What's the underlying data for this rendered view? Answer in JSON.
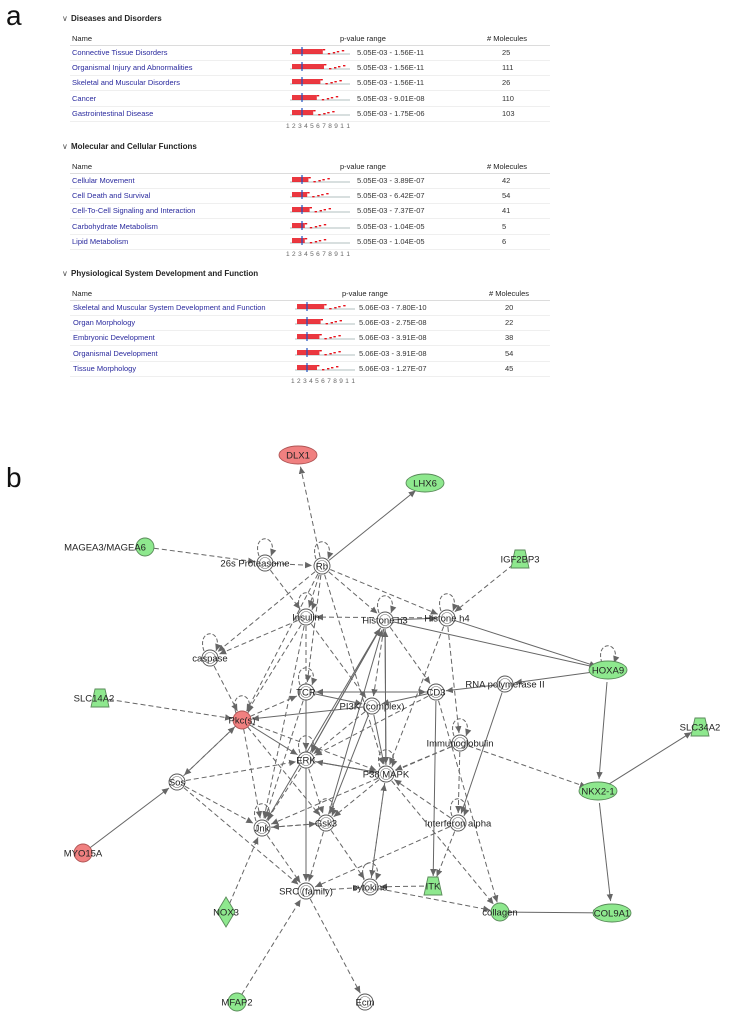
{
  "panel_a_label": "a",
  "panel_b_label": "b",
  "table": {
    "col_name": "Name",
    "col_pvalue": "p-value range",
    "col_molecules": "# Molecules",
    "axis_ticks": [
      "1",
      "2",
      "3",
      "4",
      "5",
      "6",
      "7",
      "8",
      "9",
      "1",
      "1"
    ],
    "sections": [
      {
        "title": "Diseases and Disorders",
        "rows": [
          {
            "name": "Connective Tissue Disorders",
            "pvalue": "5.05E-03 - 1.56E-11",
            "molecules": "25"
          },
          {
            "name": "Organismal Injury and Abnormalities",
            "pvalue": "5.05E-03 - 1.56E-11",
            "molecules": "111"
          },
          {
            "name": "Skeletal and Muscular Disorders",
            "pvalue": "5.05E-03 - 1.56E-11",
            "molecules": "26"
          },
          {
            "name": "Cancer",
            "pvalue": "5.05E-03 - 9.01E-08",
            "molecules": "110"
          },
          {
            "name": "Gastrointestinal Disease",
            "pvalue": "5.05E-03 - 1.75E-06",
            "molecules": "103"
          }
        ]
      },
      {
        "title": "Molecular and Cellular Functions",
        "rows": [
          {
            "name": "Cellular Movement",
            "pvalue": "5.05E-03 - 3.89E-07",
            "molecules": "42"
          },
          {
            "name": "Cell Death and Survival",
            "pvalue": "5.05E-03 - 6.42E-07",
            "molecules": "54"
          },
          {
            "name": "Cell-To-Cell Signaling and Interaction",
            "pvalue": "5.05E-03 - 7.37E-07",
            "molecules": "41"
          },
          {
            "name": "Carbohydrate Metabolism",
            "pvalue": "5.05E-03 - 1.04E-05",
            "molecules": "5"
          },
          {
            "name": "Lipid Metabolism",
            "pvalue": "5.05E-03 - 1.04E-05",
            "molecules": "6"
          }
        ]
      },
      {
        "title": "Physiological System Development and Function",
        "rows": [
          {
            "name": "Skeletal and Muscular System Development and Function",
            "pvalue": "5.06E-03 - 7.80E-10",
            "molecules": "20"
          },
          {
            "name": "Organ Morphology",
            "pvalue": "5.06E-03 - 2.75E-08",
            "molecules": "22"
          },
          {
            "name": "Embryonic Development",
            "pvalue": "5.06E-03 - 3.91E-08",
            "molecules": "38"
          },
          {
            "name": "Organismal Development",
            "pvalue": "5.06E-03 - 3.91E-08",
            "molecules": "54"
          },
          {
            "name": "Tissue Morphology",
            "pvalue": "5.06E-03 - 1.27E-07",
            "molecules": "45"
          }
        ]
      }
    ]
  },
  "network": {
    "colors": {
      "up": "#f08080",
      "down": "#8ee88e",
      "neutral": "#ffffff",
      "edge": "#666666"
    },
    "nodes": [
      {
        "id": "DLX1",
        "label": "DLX1",
        "status": "up",
        "shape": "ellipse"
      },
      {
        "id": "LHX6",
        "label": "LHX6",
        "status": "down",
        "shape": "ellipse"
      },
      {
        "id": "MAGEA3",
        "label": "MAGEA3/MAGEA6",
        "status": "down",
        "shape": "circle"
      },
      {
        "id": "26S",
        "label": "26s Proteasome",
        "status": "neutral",
        "shape": "circle"
      },
      {
        "id": "Rb",
        "label": "Rb",
        "status": "neutral",
        "shape": "circle"
      },
      {
        "id": "IGF2BP3",
        "label": "IGF2BP3",
        "status": "down",
        "shape": "trapezoid"
      },
      {
        "id": "Insulin",
        "label": "Insulin",
        "status": "neutral",
        "shape": "circle"
      },
      {
        "id": "H3",
        "label": "Histone h3",
        "status": "neutral",
        "shape": "circle"
      },
      {
        "id": "H4",
        "label": "Histone h4",
        "status": "neutral",
        "shape": "circle"
      },
      {
        "id": "caspase",
        "label": "caspase",
        "status": "neutral",
        "shape": "circle"
      },
      {
        "id": "HOXA9",
        "label": "HOXA9",
        "status": "down",
        "shape": "ellipse"
      },
      {
        "id": "TCR",
        "label": "TCR",
        "status": "neutral",
        "shape": "circle"
      },
      {
        "id": "PI3K",
        "label": "PI3K (complex)",
        "status": "neutral",
        "shape": "circle"
      },
      {
        "id": "CD3",
        "label": "CD3",
        "status": "neutral",
        "shape": "circle"
      },
      {
        "id": "RNAPII",
        "label": "RNA polymerase II",
        "status": "neutral",
        "shape": "circle"
      },
      {
        "id": "SLC14A2",
        "label": "SLC14A2",
        "status": "down",
        "shape": "trapezoid"
      },
      {
        "id": "Pkc",
        "label": "Pkc(s)",
        "status": "up",
        "shape": "circle"
      },
      {
        "id": "SLC34A2",
        "label": "SLC34A2",
        "status": "down",
        "shape": "trapezoid"
      },
      {
        "id": "ERK",
        "label": "ERK",
        "status": "neutral",
        "shape": "circle"
      },
      {
        "id": "Immuno",
        "label": "Immunoglobulin",
        "status": "neutral",
        "shape": "circle"
      },
      {
        "id": "P38",
        "label": "P38 MAPK",
        "status": "neutral",
        "shape": "circle"
      },
      {
        "id": "Sos",
        "label": "Sos",
        "status": "neutral",
        "shape": "circle"
      },
      {
        "id": "NKX2",
        "label": "NKX2-1",
        "status": "down",
        "shape": "ellipse"
      },
      {
        "id": "Jnk",
        "label": "Jnk",
        "status": "neutral",
        "shape": "circle"
      },
      {
        "id": "Gsk3",
        "label": "Gsk3",
        "status": "neutral",
        "shape": "circle"
      },
      {
        "id": "IFNA",
        "label": "Interferon alpha",
        "status": "neutral",
        "shape": "circle"
      },
      {
        "id": "MYO15A",
        "label": "MYO15A",
        "status": "up",
        "shape": "circle"
      },
      {
        "id": "SRC",
        "label": "SRC (family)",
        "status": "neutral",
        "shape": "circle"
      },
      {
        "id": "cytokine",
        "label": "cytokine",
        "status": "neutral",
        "shape": "circle"
      },
      {
        "id": "ITK",
        "label": "ITK",
        "status": "down",
        "shape": "trapezoid"
      },
      {
        "id": "collagen",
        "label": "collagen",
        "status": "down",
        "shape": "circle"
      },
      {
        "id": "COL9A1",
        "label": "COL9A1",
        "status": "down",
        "shape": "ellipse"
      },
      {
        "id": "NOX3",
        "label": "NOX3",
        "status": "down",
        "shape": "diamond"
      },
      {
        "id": "MFAP2",
        "label": "MFAP2",
        "status": "down",
        "shape": "circle"
      },
      {
        "id": "Ecm",
        "label": "Ecm",
        "status": "neutral",
        "shape": "circle"
      }
    ],
    "edges": [
      [
        "Rb",
        "DLX1",
        1
      ],
      [
        "Rb",
        "LHX6",
        0
      ],
      [
        "MAGEA3",
        "26S",
        1
      ],
      [
        "26S",
        "Rb",
        1
      ],
      [
        "IGF2BP3",
        "H4",
        1
      ],
      [
        "Rb",
        "Insulin",
        1
      ],
      [
        "Rb",
        "H3",
        1
      ],
      [
        "Rb",
        "H4",
        1
      ],
      [
        "Rb",
        "caspase",
        1
      ],
      [
        "Insulin",
        "caspase",
        1
      ],
      [
        "H3",
        "H4",
        0
      ],
      [
        "H3",
        "HOXA9",
        0
      ],
      [
        "H4",
        "HOXA9",
        0
      ],
      [
        "HOXA9",
        "RNAPII",
        0
      ],
      [
        "RNAPII",
        "CD3",
        0
      ],
      [
        "CD3",
        "PI3K",
        0
      ],
      [
        "TCR",
        "PI3K",
        0
      ],
      [
        "PI3K",
        "Pkc",
        0
      ],
      [
        "Pkc",
        "TCR",
        1
      ],
      [
        "SLC14A2",
        "Pkc",
        1
      ],
      [
        "NKX2",
        "SLC34A2",
        0
      ],
      [
        "HOXA9",
        "NKX2",
        0
      ],
      [
        "Immuno",
        "NKX2",
        1
      ],
      [
        "NKX2",
        "COL9A1",
        0
      ],
      [
        "collagen",
        "COL9A1",
        0
      ],
      [
        "MYO15A",
        "Sos",
        0
      ],
      [
        "NOX3",
        "Jnk",
        1
      ],
      [
        "MFAP2",
        "SRC",
        1
      ],
      [
        "SRC",
        "Ecm",
        1
      ],
      [
        "Sos",
        "ERK",
        1
      ],
      [
        "Sos",
        "Jnk",
        1
      ],
      [
        "Pkc",
        "ERK",
        0
      ],
      [
        "Pkc",
        "Sos",
        1
      ],
      [
        "ERK",
        "P38",
        0
      ],
      [
        "P38",
        "ERK",
        0
      ],
      [
        "Insulin",
        "ERK",
        1
      ],
      [
        "Insulin",
        "PI3K",
        1
      ],
      [
        "H3",
        "PI3K",
        1
      ],
      [
        "H3",
        "CD3",
        1
      ],
      [
        "Jnk",
        "H3",
        0
      ],
      [
        "ERK",
        "H3",
        0
      ],
      [
        "P38",
        "H3",
        0
      ],
      [
        "Gsk3",
        "H3",
        0
      ],
      [
        "TCR",
        "SRC",
        1
      ],
      [
        "TCR",
        "CD3",
        0
      ],
      [
        "CD3",
        "TCR",
        1
      ],
      [
        "CD3",
        "ITK",
        0
      ],
      [
        "ITK",
        "cytokine",
        1
      ],
      [
        "SRC",
        "cytokine",
        1
      ],
      [
        "cytokine",
        "collagen",
        1
      ],
      [
        "P38",
        "cytokine",
        1
      ],
      [
        "IFNA",
        "ITK",
        1
      ],
      [
        "Immuno",
        "IFNA",
        1
      ],
      [
        "Immuno",
        "P38",
        1
      ],
      [
        "RNAPII",
        "IFNA",
        0
      ],
      [
        "Gsk3",
        "Jnk",
        1
      ],
      [
        "Jnk",
        "Gsk3",
        1
      ],
      [
        "ERK",
        "Gsk3",
        1
      ],
      [
        "Pkc",
        "Jnk",
        1
      ],
      [
        "Sos",
        "SRC",
        1
      ],
      [
        "PI3K",
        "Gsk3",
        0
      ],
      [
        "P38",
        "Gsk3",
        1
      ],
      [
        "caspase",
        "Pkc",
        1
      ],
      [
        "TCR",
        "ERK",
        1
      ],
      [
        "PI3K",
        "ERK",
        1
      ],
      [
        "CD3",
        "ERK",
        1
      ],
      [
        "H4",
        "P38",
        1
      ],
      [
        "Rb",
        "P38",
        1
      ],
      [
        "26S",
        "Insulin",
        1
      ],
      [
        "Insulin",
        "Jnk",
        1
      ],
      [
        "PI3K",
        "P38",
        0
      ],
      [
        "IFNA",
        "SRC",
        1
      ],
      [
        "Immuno",
        "Jnk",
        1
      ],
      [
        "Jnk",
        "SRC",
        1
      ],
      [
        "ERK",
        "SRC",
        1
      ],
      [
        "Gsk3",
        "SRC",
        1
      ],
      [
        "P38",
        "collagen",
        1
      ],
      [
        "CD3",
        "collagen",
        1
      ],
      [
        "Pkc",
        "Gsk3",
        1
      ],
      [
        "H4",
        "Immuno",
        1
      ],
      [
        "H3",
        "P38",
        0
      ],
      [
        "ERK",
        "Jnk",
        1
      ],
      [
        "Pkc",
        "P38",
        1
      ],
      [
        "Sos",
        "Pkc",
        1
      ],
      [
        "TCR",
        "Jnk",
        1
      ],
      [
        "Insulin",
        "Pkc",
        1
      ],
      [
        "Rb",
        "Pkc",
        1
      ],
      [
        "Rb",
        "TCR",
        1
      ],
      [
        "H3",
        "ERK",
        0
      ],
      [
        "H4",
        "Insulin",
        1
      ],
      [
        "IFNA",
        "P38",
        1
      ],
      [
        "cytokine",
        "P38",
        1
      ],
      [
        "Gsk3",
        "cytokine",
        1
      ]
    ],
    "self_loops": [
      "Rb",
      "26S",
      "H3",
      "H4",
      "caspase",
      "Insulin",
      "HOXA9",
      "TCR",
      "Pkc",
      "ERK",
      "P38",
      "Jnk",
      "Gsk3",
      "cytokine",
      "Immuno",
      "IFNA"
    ]
  }
}
